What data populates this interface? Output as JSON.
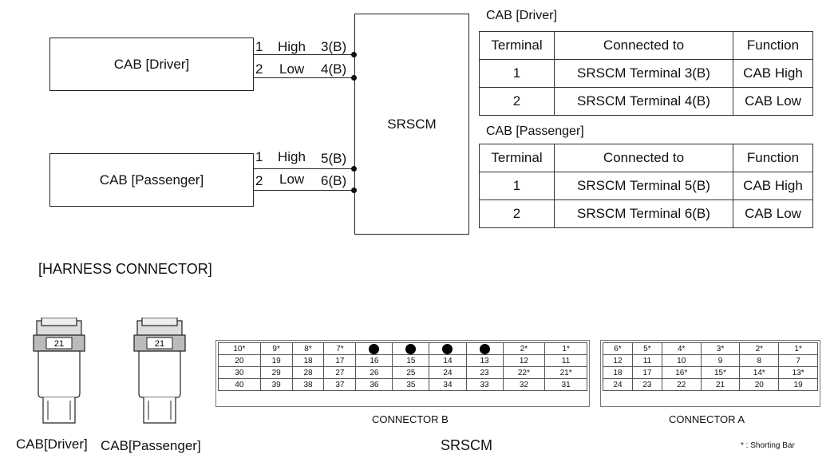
{
  "schematic": {
    "module_label": "SRSCM",
    "driver_box": "CAB [Driver]",
    "passenger_box": "CAB [Passenger]",
    "driver_wires": [
      {
        "pin": "1",
        "signal": "High",
        "target": "3(B)"
      },
      {
        "pin": "2",
        "signal": "Low",
        "target": "4(B)"
      }
    ],
    "passenger_wires": [
      {
        "pin": "1",
        "signal": "High",
        "target": "5(B)"
      },
      {
        "pin": "2",
        "signal": "Low",
        "target": "6(B)"
      }
    ]
  },
  "driver_table": {
    "title": "CAB [Driver]",
    "headers": [
      "Terminal",
      "Connected to",
      "Function"
    ],
    "rows": [
      [
        "1",
        "SRSCM Terminal 3(B)",
        "CAB High"
      ],
      [
        "2",
        "SRSCM Terminal 4(B)",
        "CAB Low"
      ]
    ]
  },
  "passenger_table": {
    "title": "CAB [Passenger]",
    "headers": [
      "Terminal",
      "Connected to",
      "Function"
    ],
    "rows": [
      [
        "1",
        "SRSCM Terminal 5(B)",
        "CAB High"
      ],
      [
        "2",
        "SRSCM Terminal 6(B)",
        "CAB Low"
      ]
    ]
  },
  "harness": {
    "heading": "[HARNESS CONNECTOR]",
    "cab_driver_label": "CAB[Driver]",
    "cab_passenger_label": "CAB[Passenger]",
    "plug_pins": "21",
    "srscm_label": "SRSCM",
    "note": "* : Shorting Bar",
    "connector_b": {
      "label": "CONNECTOR B",
      "rows": [
        [
          "10*",
          "9*",
          "8*",
          "7*",
          "●",
          "●",
          "●",
          "●",
          "2*",
          "1*"
        ],
        [
          "20",
          "19",
          "18",
          "17",
          "16",
          "15",
          "14",
          "13",
          "12",
          "11"
        ],
        [
          "30",
          "29",
          "28",
          "27",
          "26",
          "25",
          "24",
          "23",
          "22*",
          "21*"
        ],
        [
          "40",
          "39",
          "38",
          "37",
          "36",
          "35",
          "34",
          "33",
          "32",
          "31"
        ]
      ]
    },
    "connector_a": {
      "label": "CONNECTOR A",
      "rows": [
        [
          "6*",
          "5*",
          "4*",
          "3*",
          "2*",
          "1*"
        ],
        [
          "12",
          "11",
          "10",
          "9",
          "8",
          "7"
        ],
        [
          "18",
          "17",
          "16*",
          "15*",
          "14*",
          "13*"
        ],
        [
          "24",
          "23",
          "22",
          "21",
          "20",
          "19"
        ]
      ]
    }
  }
}
